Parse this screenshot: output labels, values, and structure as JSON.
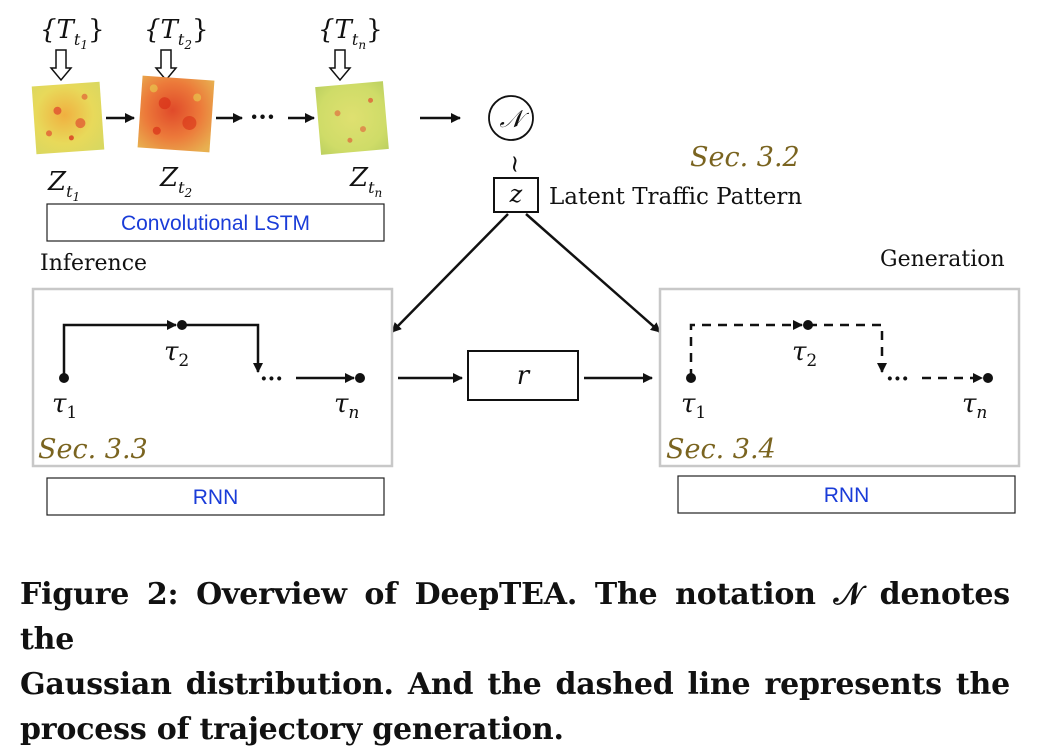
{
  "figure": {
    "top_inputs": [
      {
        "brace_text": "{T",
        "sub": "t",
        "subsub": "1",
        "close": "}"
      },
      {
        "brace_text": "{T",
        "sub": "t",
        "subsub": "2",
        "close": "}"
      },
      {
        "brace_text": "{T",
        "sub": "t",
        "subsub": "n",
        "close": "}"
      }
    ],
    "z_labels": [
      {
        "main": "Z",
        "sub": "t",
        "subsub": "1"
      },
      {
        "main": "Z",
        "sub": "t",
        "subsub": "2"
      },
      {
        "main": "Z",
        "sub": "t",
        "subsub": "n"
      }
    ],
    "ellipsis": "···",
    "conv_lstm_label": "Convolutional LSTM",
    "normal_symbol": "𝒩",
    "tilde": "~",
    "z_box": "z",
    "latent_label": "Latent Traffic Pattern",
    "sec_32": "Sec. 3.2",
    "inference_label": "Inference",
    "generation_label": "Generation",
    "r_box": "r",
    "left_panel": {
      "tau1": "τ",
      "tau1_sub": "1",
      "tau2": "τ",
      "tau2_sub": "2",
      "taun": "τ",
      "taun_sub": "n",
      "sec": "Sec. 3.3",
      "rnn": "RNN"
    },
    "right_panel": {
      "tau1": "τ",
      "tau1_sub": "1",
      "tau2": "τ",
      "tau2_sub": "2",
      "taun": "τ",
      "taun_sub": "n",
      "sec": "Sec. 3.4",
      "rnn": "RNN"
    },
    "colors": {
      "sec_text": "#7a6420",
      "rnn_text": "#1a3cd8",
      "panel_border": "#c8c8c8",
      "heat_low": "#e8d95a",
      "heat_high": "#e05030"
    }
  },
  "caption": {
    "line1": "Figure 2: Overview of DeepTEA. The notation 𝒩 denotes the",
    "line2": "Gaussian distribution. And the dashed line represents the",
    "line3": "process of trajectory generation."
  }
}
